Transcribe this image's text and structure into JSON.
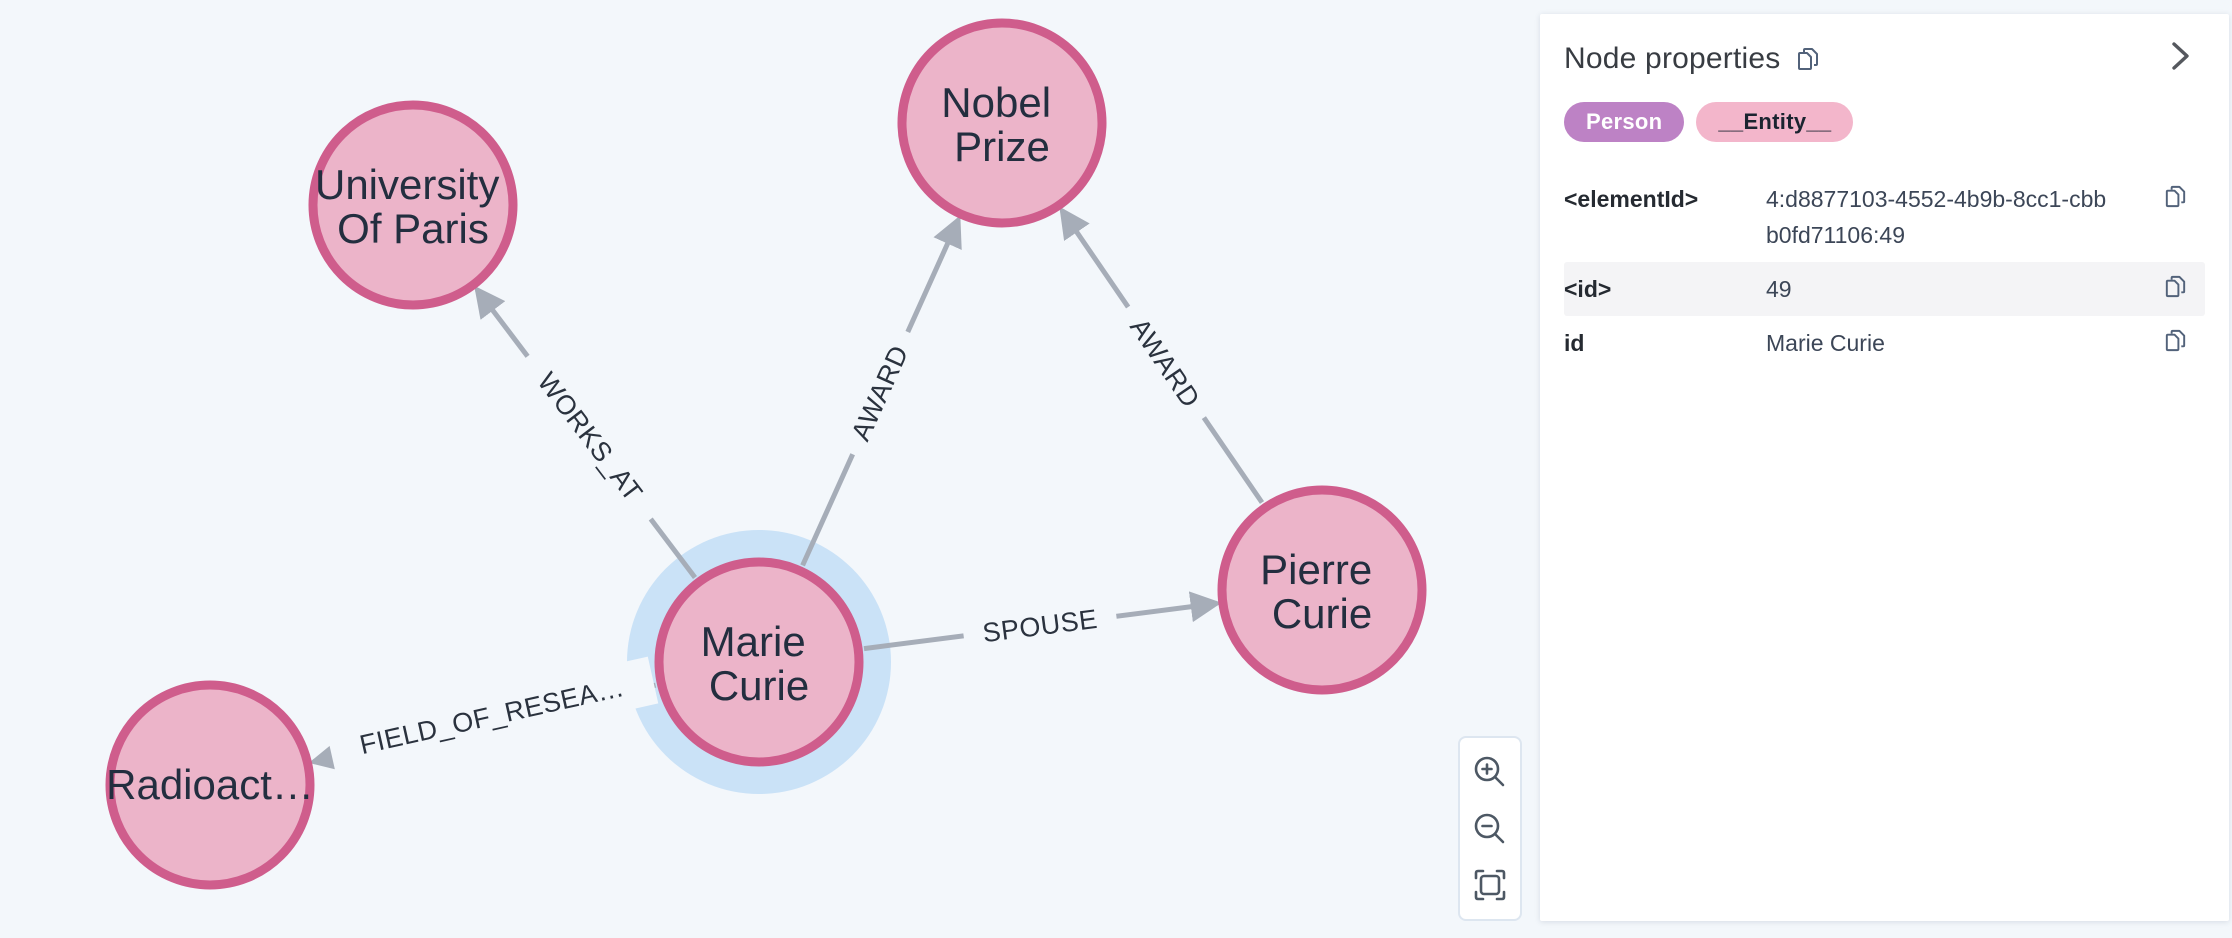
{
  "graph": {
    "background_color": "#f3f7fb",
    "node_fill": "#ecb4c9",
    "node_stroke": "#cf5d8c",
    "selection_halo_color": "#cae2f7",
    "edge_color": "#a6adb8",
    "nodes": [
      {
        "name": "university-of-paris",
        "line1": "University",
        "line2": "Of Paris"
      },
      {
        "name": "nobel-prize",
        "line1": "Nobel",
        "line2": "Prize"
      },
      {
        "name": "pierre-curie",
        "line1": "Pierre",
        "line2": "Curie"
      },
      {
        "name": "marie-curie",
        "line1": "Marie",
        "line2": "Curie",
        "selected": true
      },
      {
        "name": "radioactivity",
        "label": "Radioact…"
      }
    ],
    "edges": [
      {
        "label": "WORKS_AT",
        "from": "marie-curie",
        "to": "university-of-paris"
      },
      {
        "label": "AWARD",
        "from": "marie-curie",
        "to": "nobel-prize"
      },
      {
        "label": "AWARD",
        "from": "pierre-curie",
        "to": "nobel-prize"
      },
      {
        "label": "SPOUSE",
        "from": "marie-curie",
        "to": "pierre-curie"
      },
      {
        "label": "FIELD_OF_RESEA…",
        "from": "marie-curie",
        "to": "radioactivity"
      }
    ]
  },
  "zoom_toolbar": {
    "buttons": [
      {
        "icon": "zoom-in-icon"
      },
      {
        "icon": "zoom-out-icon"
      },
      {
        "icon": "fit-to-view-icon"
      }
    ]
  },
  "panel": {
    "title": "Node properties",
    "title_copy_icon": "copy-icon",
    "collapse_icon": "chevron-right-icon",
    "labels": [
      {
        "text": "Person",
        "bg": "#bd82c5",
        "fg": "#ffffff"
      },
      {
        "text": "__Entity__",
        "bg": "#f3b6cb",
        "fg": "#1b2430"
      }
    ],
    "properties": [
      {
        "key": "<elementId>",
        "value": "4:d8877103-4552-4b9b-8cc1-cbbb0fd71106:49"
      },
      {
        "key": "<id>",
        "value": "49"
      },
      {
        "key": "id",
        "value": "Marie Curie"
      }
    ]
  }
}
